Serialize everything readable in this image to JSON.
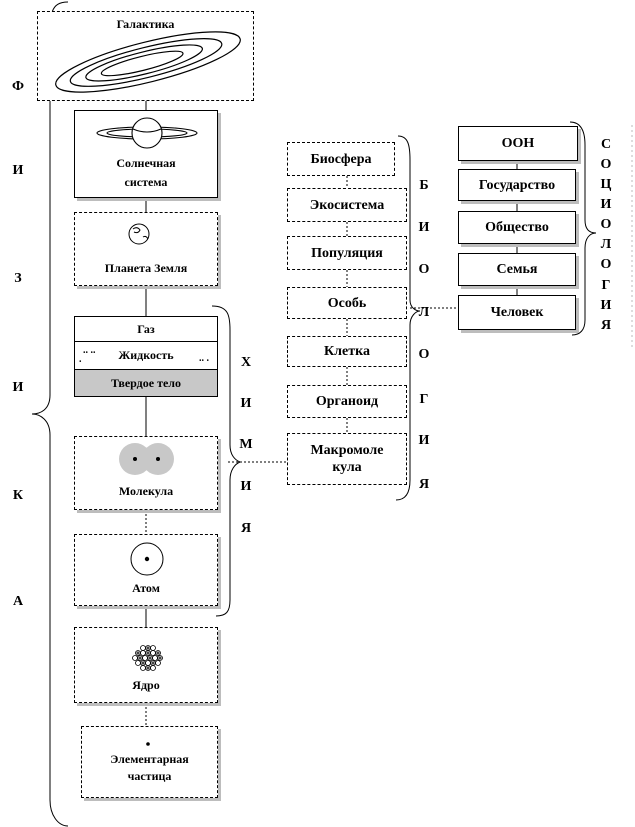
{
  "physics": {
    "letters": [
      "Ф",
      "И",
      "З",
      "И",
      "К",
      "А"
    ],
    "galaxy": "Галактика",
    "solar_system": [
      "Солнечная",
      "система"
    ],
    "earth": "Планета Земля",
    "gas": "Газ",
    "liquid": "Жидкость",
    "solid": "Твердое тело",
    "molecule": "Молекула",
    "atom": "Атом",
    "nucleus": "Ядро",
    "particle": [
      "Элементарная",
      "частица"
    ]
  },
  "chemistry": {
    "letters": [
      "Х",
      "И",
      "М",
      "И",
      "Я"
    ]
  },
  "biology": {
    "letters": [
      "Б",
      "И",
      "О",
      "Л",
      "О",
      "Г",
      "И",
      "Я"
    ],
    "items": [
      "Биосфера",
      "Экосистема",
      "Популяция",
      "Особь",
      "Клетка",
      "Органоид"
    ],
    "macromolecule": [
      "Макромоле",
      "кула"
    ]
  },
  "sociology": {
    "letters": [
      "С",
      "О",
      "Ц",
      "И",
      "О",
      "Л",
      "О",
      "Г",
      "И",
      "Я"
    ],
    "items": [
      "ООН",
      "Государство",
      "Общество",
      "Семья",
      "Человек"
    ]
  }
}
